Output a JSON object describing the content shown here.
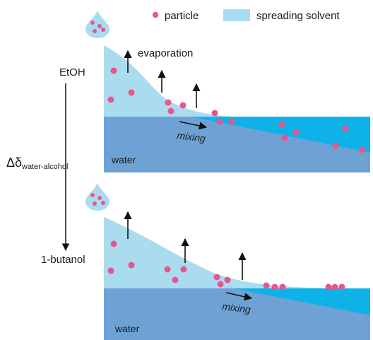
{
  "legend": {
    "particle_label": "particle",
    "solvent_label": "spreading solvent"
  },
  "labels": {
    "top_alcohol": "EtOH",
    "bottom_alcohol": "1-butanol",
    "axis_prefix": "Δδ",
    "axis_subscript": "water-alcohol",
    "evaporation": "evaporation",
    "mixing_top": "mixing",
    "mixing_bottom": "mixing",
    "water_top": "water",
    "water_bottom": "water"
  },
  "colors": {
    "particle": "#e8558e",
    "spreading_solvent": "#aadcf0",
    "water": "#6fa2d4",
    "mixing_zone": "#0fb2e8",
    "arrow": "#111111"
  }
}
